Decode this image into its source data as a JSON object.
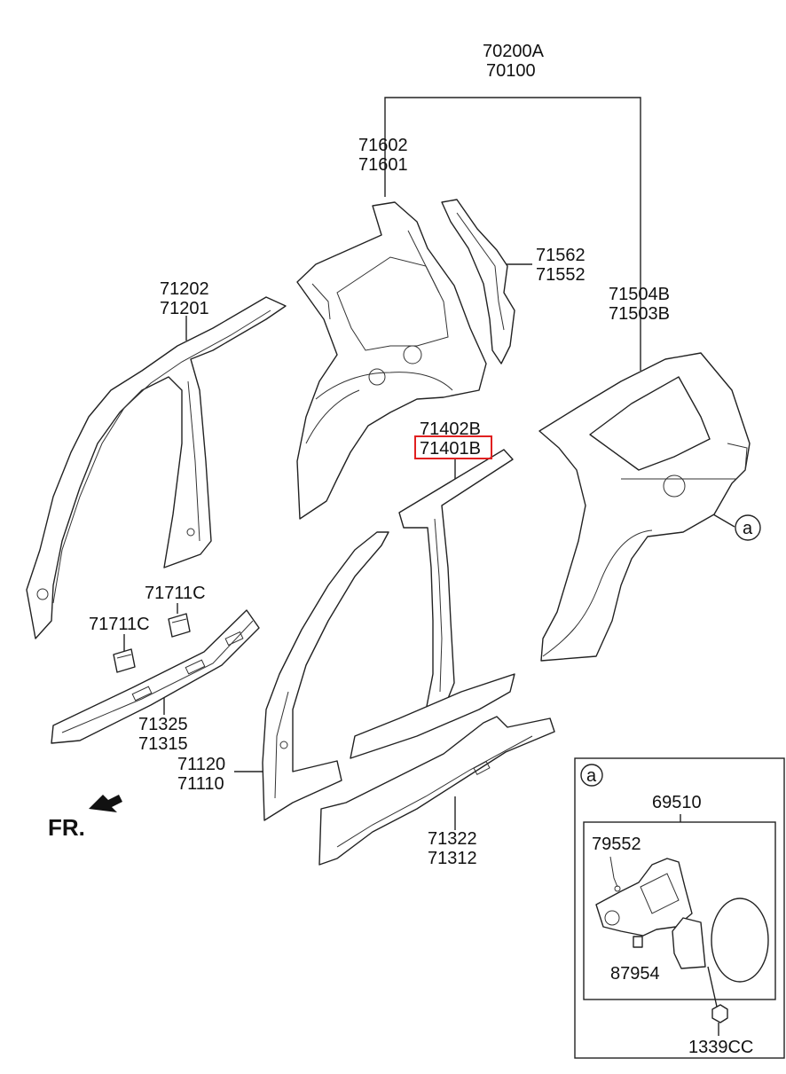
{
  "labels": {
    "top_assy": [
      "70200A",
      "70100"
    ],
    "quarter_inner": [
      "71602",
      "71601"
    ],
    "quarter_ext": [
      "71562",
      "71552"
    ],
    "quarter_outer": [
      "71504B",
      "71503B"
    ],
    "front_pillar": [
      "71202",
      "71201"
    ],
    "center_pillar": [
      "71402B",
      "71401B"
    ],
    "bracket_a": "71711C",
    "bracket_b": "71711C",
    "sill_inner": [
      "71325",
      "71315"
    ],
    "side_outer": [
      "71120",
      "71110"
    ],
    "sill_outer": [
      "71322",
      "71312"
    ],
    "front_direction": "FR.",
    "callout_ref": "a",
    "inset_ref": "a",
    "fuel_door_assy": "69510",
    "fuel_door_spring": "79552",
    "fuel_door_bumper": "87954",
    "fuel_door_nut": "1339CC"
  },
  "highlight": {
    "part": "71401B",
    "color": "#e02020"
  }
}
